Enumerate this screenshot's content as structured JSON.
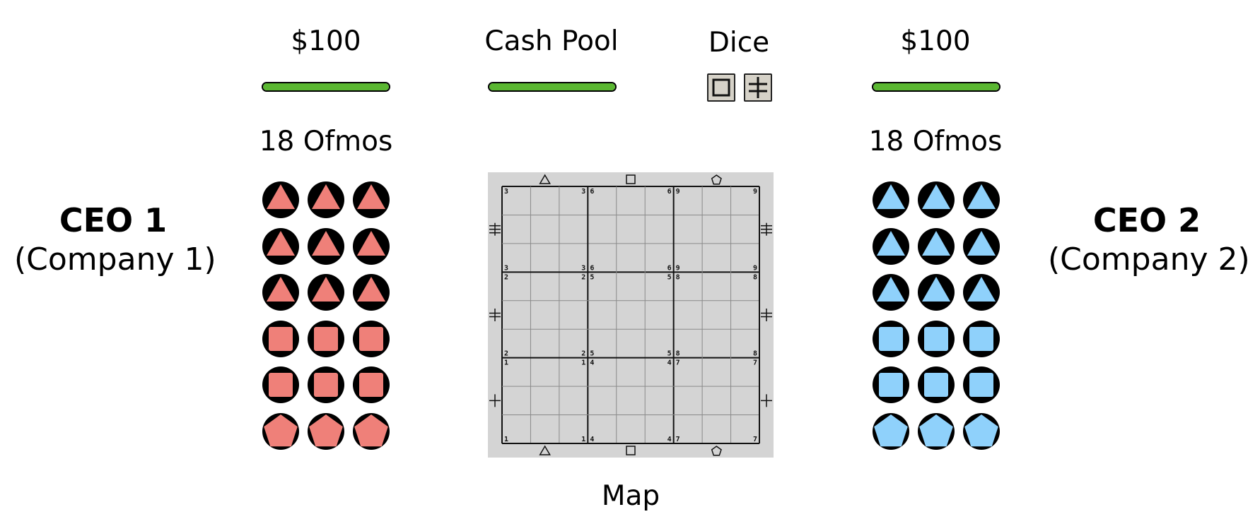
{
  "colors": {
    "bar_green": "#5ab731",
    "player1_token": "#ef8079",
    "player2_token": "#8fd1fb",
    "map_bg": "#d4d4d4",
    "die_face": "#d6d2c8"
  },
  "player1": {
    "cash": "$100",
    "cash_bar_level": 1.0,
    "ofmos_count": "18 Ofmos",
    "ceo_name": "CEO 1",
    "company": "(Company 1)",
    "tokens": [
      "triangle",
      "triangle",
      "triangle",
      "triangle",
      "triangle",
      "triangle",
      "triangle",
      "triangle",
      "triangle",
      "square",
      "square",
      "square",
      "square",
      "square",
      "square",
      "pentagon",
      "pentagon",
      "pentagon"
    ]
  },
  "player2": {
    "cash": "$100",
    "cash_bar_level": 1.0,
    "ofmos_count": "18 Ofmos",
    "ceo_name": "CEO 2",
    "company": "(Company 2)",
    "tokens": [
      "triangle",
      "triangle",
      "triangle",
      "triangle",
      "triangle",
      "triangle",
      "triangle",
      "triangle",
      "triangle",
      "square",
      "square",
      "square",
      "square",
      "square",
      "square",
      "pentagon",
      "pentagon",
      "pentagon"
    ]
  },
  "cash_pool": {
    "label": "Cash Pool",
    "bar_level": 1.0
  },
  "dice": {
    "label": "Dice",
    "faces": [
      "square-symbol-icon",
      "double-bar-cross-icon"
    ]
  },
  "map": {
    "label": "Map",
    "column_markers": [
      "triangle-marker-icon",
      "square-marker-icon",
      "pentagon-marker-icon"
    ],
    "row_markers": [
      "triple-bar-cross-icon",
      "double-bar-cross-icon",
      "cross-icon"
    ],
    "block_numbers": [
      [
        "3",
        "6",
        "9"
      ],
      [
        "2",
        "5",
        "8"
      ],
      [
        "1",
        "4",
        "7"
      ]
    ]
  }
}
